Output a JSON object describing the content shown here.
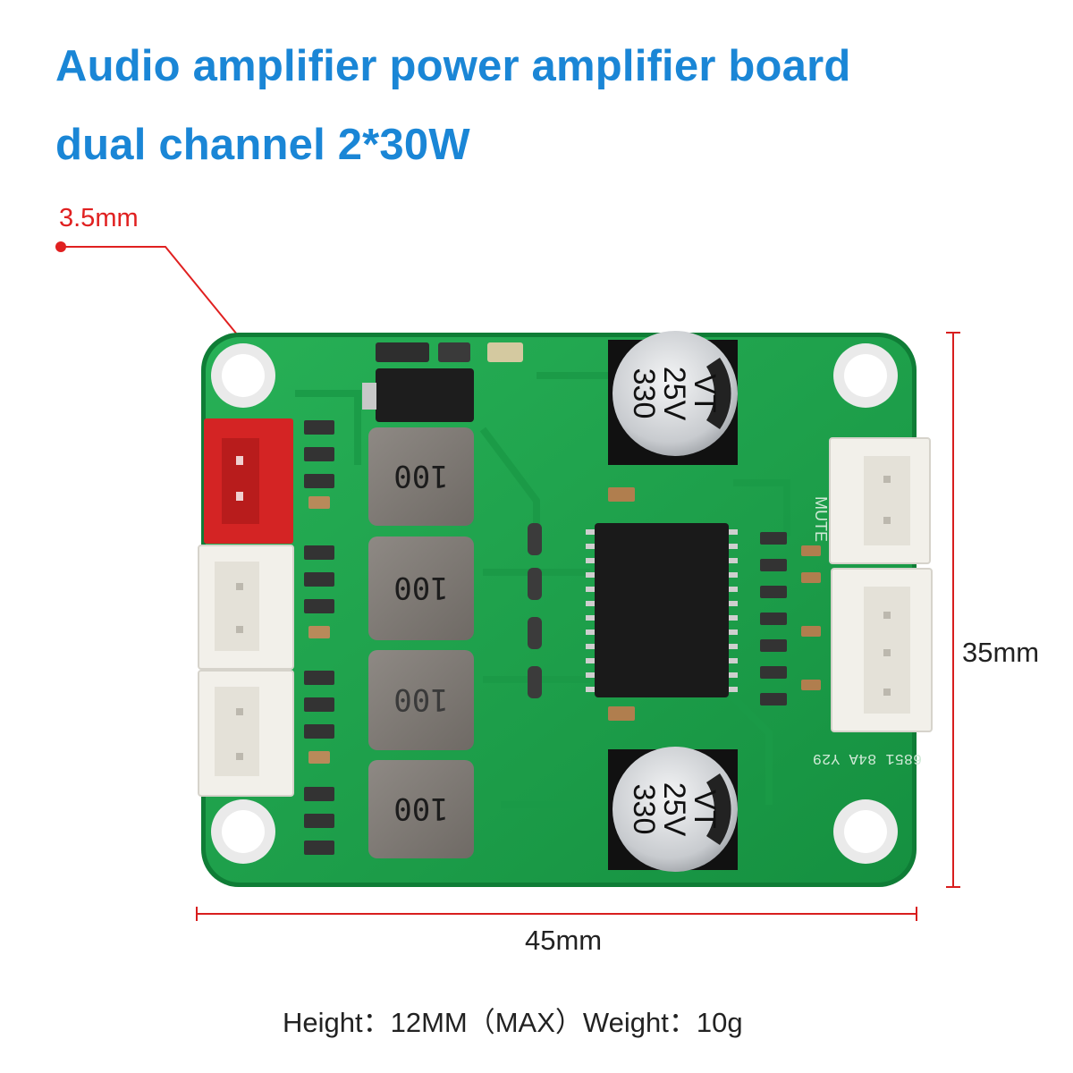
{
  "title": {
    "line1": "Audio amplifier power amplifier board",
    "line2": "dual channel 2*30W"
  },
  "callout": {
    "label": "3.5mm"
  },
  "dimensions": {
    "width": "45mm",
    "height": "35mm"
  },
  "spec": "Height：12MM（MAX）Weight：10g",
  "board": {
    "capacitor_label": [
      "VT",
      "25V",
      "330"
    ],
    "inductor_label": "100",
    "silk_text": {
      "mute": "MUTE",
      "part": "6851 84A Y29"
    }
  },
  "colors": {
    "title": "#1a86d6",
    "callout": "#e02020",
    "dimension_line": "#d81e1e",
    "pcb": "#1fa14b",
    "connector_red": "#d42424",
    "connector_white": "#f2f0ea"
  },
  "icons": [
    "dimension-arrow",
    "callout-dot"
  ]
}
